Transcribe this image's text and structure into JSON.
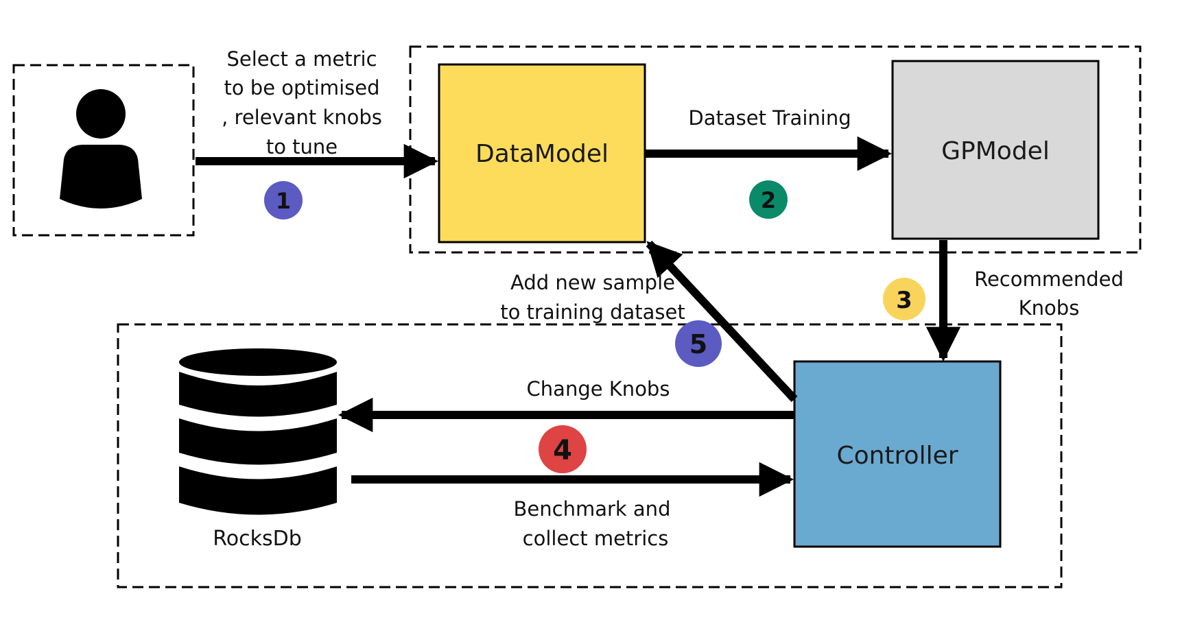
{
  "nodes": {
    "user": {
      "icon": "user-icon"
    },
    "datamodel": {
      "label": "DataModel",
      "color": "#FDDC5C"
    },
    "gpmodel": {
      "label": "GPModel",
      "color": "#D9D9D9"
    },
    "controller": {
      "label": "Controller",
      "color": "#6AA9D0"
    },
    "rocksdb": {
      "label": "RocksDb",
      "icon": "database-icon"
    }
  },
  "edges": {
    "e1": {
      "label_lines": [
        "Select a metric",
        "to be optimised",
        ", relevant knobs",
        "to tune"
      ],
      "step": "1",
      "badge_color": "#5B5BC2",
      "badge_text_color": "#111111"
    },
    "e2": {
      "label_lines": [
        "Dataset Training"
      ],
      "step": "2",
      "badge_color": "#0B8A6A",
      "badge_text_color": "#111111"
    },
    "e3": {
      "label_lines": [
        "Recommended",
        "Knobs"
      ],
      "step": "3",
      "badge_color": "#F8D45C",
      "badge_text_color": "#111111"
    },
    "e4a": {
      "label_lines": [
        "Change Knobs"
      ]
    },
    "e4b": {
      "label_lines": [
        "Benchmark and",
        "collect metrics"
      ],
      "step": "4",
      "badge_color": "#DE4443",
      "badge_text_color": "#111111"
    },
    "e5": {
      "label_lines": [
        "Add new sample",
        "to training dataset"
      ],
      "step": "5",
      "badge_color": "#5B5BC2",
      "badge_text_color": "#111111"
    }
  }
}
